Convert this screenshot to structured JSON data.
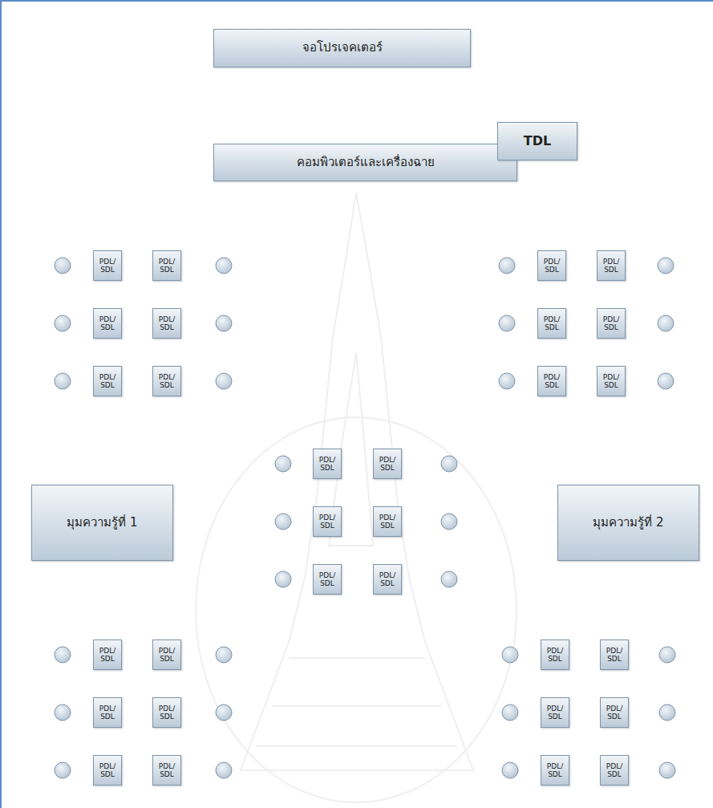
{
  "diagram": {
    "nodes": [
      {
        "text": [
          "จอโปรเจคเตอร์"
        ]
      },
      {
        "text": [
          "คอมพิวเตอร์และเครื่องฉาย"
        ]
      },
      {
        "text": [
          "TDL"
        ]
      },
      {
        "text": [
          "PDL/ SDL"
        ]
      },
      {
        "text": [
          "PDL/ SDL"
        ]
      },
      {
        "text": [
          "PDL/ SDL"
        ]
      },
      {
        "text": [
          "PDL/ SDL"
        ]
      },
      {
        "text": [
          "PDL/ SDL"
        ]
      },
      {
        "text": [
          "PDL/ SDL"
        ]
      },
      {
        "text": [
          "PDL/ SDL"
        ]
      },
      {
        "text": [
          "PDL/ SDL"
        ]
      },
      {
        "text": [
          "PDL/ SDL"
        ]
      },
      {
        "text": [
          "PDL/ SDL"
        ]
      },
      {
        "text": [
          "PDL/ SDL"
        ]
      },
      {
        "text": [
          "PDL/ SDL"
        ]
      },
      {
        "text": [
          "PDL/ SDL"
        ]
      },
      {
        "text": [
          "PDL/ SDL"
        ]
      },
      {
        "text": [
          "มุมความรู้ที่ 1"
        ]
      },
      {
        "text": [
          "PDL/ SDL"
        ]
      },
      {
        "text": [
          "PDL/ SDL"
        ]
      },
      {
        "text": [
          "มุมความรู้ที่ 2"
        ]
      },
      {
        "text": [
          "PDL/ SDL"
        ]
      },
      {
        "text": [
          "PDL/ SDL"
        ]
      },
      {
        "text": [
          "PDL/ SDL"
        ]
      },
      {
        "text": [
          "PDL/ SDL"
        ]
      },
      {
        "text": [
          "PDL/ SDL"
        ]
      },
      {
        "text": [
          "PDL/ SDL"
        ]
      },
      {
        "text": [
          "PDL/ SDL"
        ]
      },
      {
        "text": [
          "PDL/ SDL"
        ]
      },
      {
        "text": [
          "PDL/ SDL"
        ]
      },
      {
        "text": [
          "PDL/ SDL"
        ]
      },
      {
        "text": [
          "PDL/ SDL"
        ]
      },
      {
        "text": [
          "PDL/ SDL"
        ]
      },
      {
        "text": [
          "PDL/ SDL"
        ]
      },
      {
        "text": [
          "PDL/ SDL"
        ]
      }
    ]
  }
}
